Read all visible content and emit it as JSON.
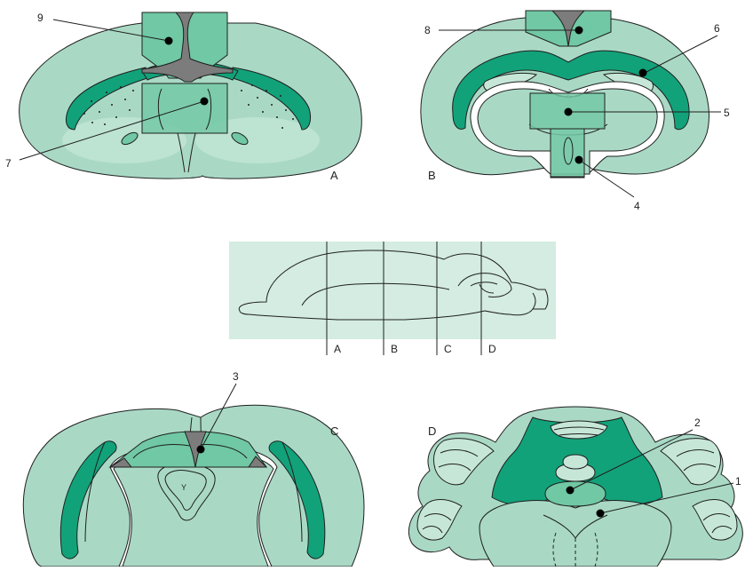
{
  "panels": [
    {
      "key": "A",
      "letter": "A"
    },
    {
      "key": "B",
      "letter": "B"
    },
    {
      "key": "C",
      "letter": "C"
    },
    {
      "key": "D",
      "letter": "D"
    }
  ],
  "callouts": [
    "9",
    "8",
    "6",
    "5",
    "4",
    "7",
    "3",
    "2",
    "1"
  ],
  "overview": {
    "cut_labels": [
      "A",
      "B",
      "C",
      "D"
    ]
  },
  "colors": {
    "tissue": "#a9d9c5",
    "tissue_light": "#c6e7d8",
    "white_matter": "#12a27a",
    "highlighted_region": "#70c8a4",
    "ventricle": "#7c7c7c",
    "overview_background": "#d4ece1"
  }
}
